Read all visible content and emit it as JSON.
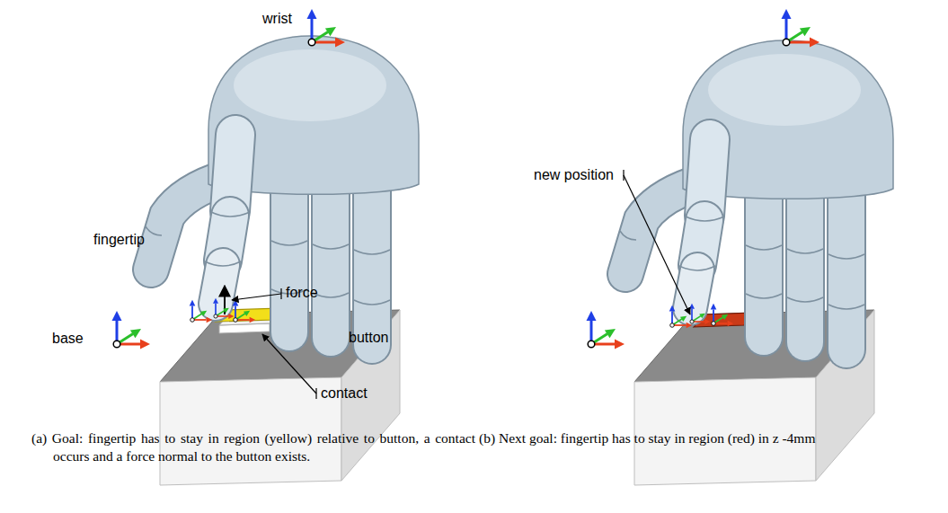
{
  "diagram": {
    "labels": [
      "wrist",
      "fingertip",
      "force",
      "base",
      "button",
      "contact",
      "new position",
      "(a) Goal: fingertip has to stay in region (yellow) relative to button, a contact occurs and a force normal to the button exists.",
      "(b) Next goal: fingertip has to stay in region (red) in z -4mm"
    ]
  }
}
